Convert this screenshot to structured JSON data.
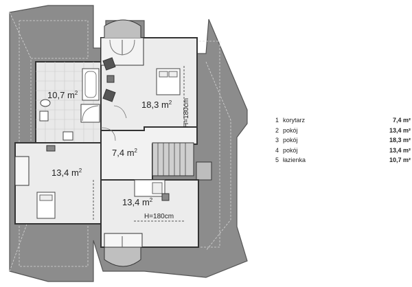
{
  "plan": {
    "rooms": [
      {
        "area": "10,7",
        "unit": "m",
        "sup": "2"
      },
      {
        "area": "18,3",
        "unit": "m",
        "sup": "2"
      },
      {
        "area": "7,4",
        "unit": "m",
        "sup": "2"
      },
      {
        "area": "13,4",
        "unit": "m",
        "sup": "2"
      },
      {
        "area": "13,4",
        "unit": "m",
        "sup": "2"
      }
    ],
    "height_notes": [
      "H=180cm",
      "H=180cm"
    ]
  },
  "legend": [
    {
      "num": "1",
      "name": "korytarz",
      "area": "7,4 m²"
    },
    {
      "num": "2",
      "name": "pokój",
      "area": "13,4 m²"
    },
    {
      "num": "3",
      "name": "pokój",
      "area": "18,3 m²"
    },
    {
      "num": "4",
      "name": "pokój",
      "area": "13,4 m²"
    },
    {
      "num": "5",
      "name": "łazienka",
      "area": "10,7 m²"
    }
  ]
}
